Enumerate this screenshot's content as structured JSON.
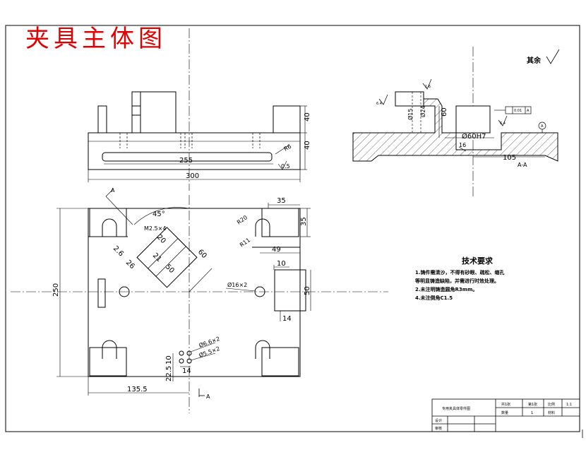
{
  "drawing_title": "夹具主体图",
  "roughness_note": "其余",
  "view_label_a": "A",
  "section_label": "A-A",
  "front_view": {
    "dim_height_upper": "40",
    "dim_height_lower": "40",
    "dim_inner_length": "255",
    "dim_total_length": "300",
    "dim_radius": "R6",
    "roughness": "0.5"
  },
  "plan_view": {
    "dim_width": "250",
    "dim_angle": "45°",
    "dim_thread": "M2.5×4",
    "dim_20": "20",
    "dim_60": "60",
    "dim_2_6": "2.6",
    "dim_21": "21",
    "dim_26": "26",
    "dim_50": "50",
    "dim_r20": "R20",
    "dim_r11": "R11",
    "dim_35_top": "35",
    "dim_35_side": "35",
    "dim_49": "49",
    "dim_10": "10",
    "dim_50_right": "50",
    "dim_14_right": "14",
    "dim_hole_16": "Ø16×2",
    "dim_hole_6_6": "Ø6.6×2",
    "dim_hole_5_5": "Ø5.5×2",
    "dim_22_5": "22.5",
    "dim_10_bottom": "10",
    "dim_14_bottom": "14",
    "dim_135_5": "135.5"
  },
  "section_view": {
    "dim_15": "Ø15",
    "dim_24": "Ø24",
    "dim_60": "60",
    "dim_bore": "Ø60H7",
    "dim_16": "16",
    "dim_105": "105",
    "tolerance": "0.01",
    "datum": "A",
    "roughness_1": "6.4",
    "roughness_2": "1.6",
    "roughness_3": "6.4"
  },
  "tech_requirements": {
    "heading": "技术要求",
    "items": [
      "1.铸件需清沙，不得有砂眼、疏松、缩孔",
      "等明显铸造缺陷，并需进行时效处理。",
      "2.未注明铸造圆角R3mm。",
      "4.未注倒角C1.5"
    ]
  },
  "title_block": {
    "part_name": "专用夹具体零件图",
    "sheet_total": "共1张",
    "sheet_no": "第1张",
    "scale_label": "比例",
    "scale_value": "1:1",
    "drawn_label": "设计",
    "check_label": "审核",
    "material_label": "材料",
    "qty_label": "数量",
    "qty_value": "1"
  }
}
